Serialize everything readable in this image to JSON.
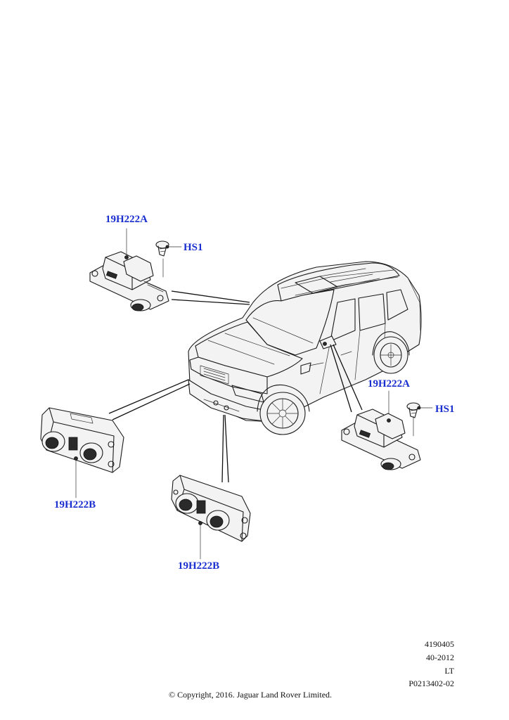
{
  "callouts": {
    "sensor_a_left": "19H222A",
    "screw_left": "HS1",
    "sensor_a_right": "19H222A",
    "screw_right": "HS1",
    "sensor_b_left": "19H222B",
    "sensor_b_center": "19H222B"
  },
  "reference": {
    "code": "4190405",
    "date": "40-2012",
    "market": "LT",
    "illustration": "P0213402-02"
  },
  "copyright": "© Copyright, 2016. Jaguar Land Rover Limited.",
  "colors": {
    "callout": "#1a2fd0",
    "line": "#1a1a1a"
  }
}
